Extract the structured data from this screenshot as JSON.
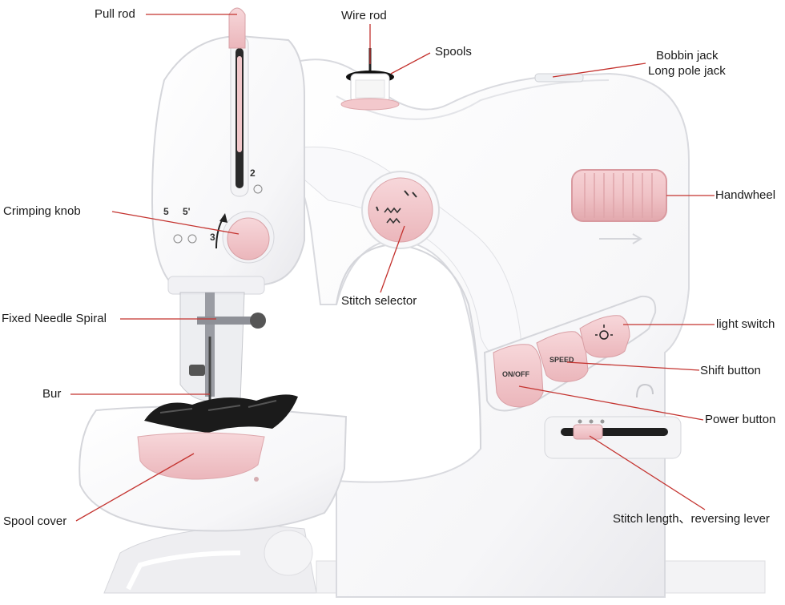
{
  "labels": {
    "pull_rod": "Pull rod",
    "wire_rod": "Wire rod",
    "spools": "Spools",
    "bobbin_jack": "Bobbin jack",
    "long_pole_jack": "Long pole jack",
    "handwheel": "Handwheel",
    "crimping_knob": "Crimping knob",
    "stitch_selector": "Stitch selector",
    "fixed_needle_spiral": "Fixed Needle Spiral",
    "light_switch": "light switch",
    "shift_button": "Shift button",
    "bur": "Bur",
    "power_button": "Power button",
    "spool_cover": "Spool cover",
    "stitch_length": "Stitch length、reversing lever"
  },
  "machine_text": {
    "on_off": "ON/OFF",
    "speed": "SPEED",
    "num_2": "2",
    "num_3": "3",
    "num_5a": "5",
    "num_5b": "5'"
  },
  "colors": {
    "body": "#fbfbfc",
    "outline": "#d9dadf",
    "accent_pink": "#f2c9cc",
    "pink_dark": "#e4a9ae",
    "leader_red": "#c4332f",
    "fabric": "#1b1b1b"
  }
}
